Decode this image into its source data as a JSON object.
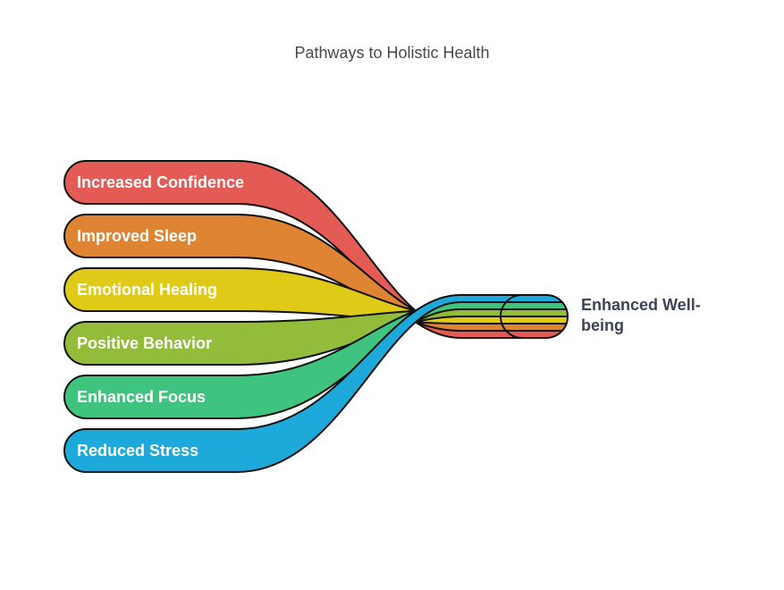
{
  "title": "Pathways to Holistic Health",
  "target": "Enhanced Well-being",
  "pathways": [
    {
      "label": "Increased Confidence",
      "color": "#E45B55"
    },
    {
      "label": "Improved Sleep",
      "color": "#DE8432"
    },
    {
      "label": "Emotional Healing",
      "color": "#DFCB17"
    },
    {
      "label": "Positive Behavior",
      "color": "#93BC3A"
    },
    {
      "label": "Enhanced Focus",
      "color": "#3EC47E"
    },
    {
      "label": "Reduced Stress",
      "color": "#1EA9DB"
    }
  ]
}
